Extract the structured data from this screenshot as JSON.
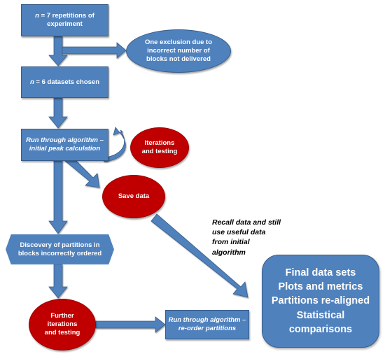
{
  "nodes": {
    "start": {
      "prefix": "n",
      "text": " = 7 repetitions of\nexperiment"
    },
    "exclusion": {
      "text": "One exclusion due to\nincorrect number of\nblocks not delivered"
    },
    "chosen": {
      "prefix": "n",
      "text": " = 6 datasets chosen"
    },
    "algorithm1": {
      "text": "Run through algorithm –\ninitial peak calculation"
    },
    "iterations": {
      "text": "Iterations\nand testing"
    },
    "save": {
      "text": "Save data"
    },
    "discovery": {
      "text": "Discovery of partitions in\nblocks incorrectly ordered"
    },
    "further": {
      "text": "Further\niterations\nand testing"
    },
    "algorithm2": {
      "text": "Run through algorithm –\nre-order partitions"
    },
    "final": {
      "text": "Final data sets\nPlots and metrics\nPartitions re-aligned\nStatistical\ncomparisons"
    }
  },
  "annotation": {
    "text": "Recall data and still\nuse useful data\nfrom initial\nalgorithm"
  },
  "colors": {
    "blue_fill": "#4f81bd",
    "blue_border": "#385d8a",
    "red_fill": "#c00000",
    "arrow": "#4f81bd"
  }
}
